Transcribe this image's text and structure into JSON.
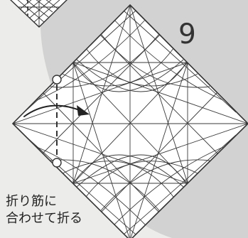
{
  "step": {
    "number": "9"
  },
  "instruction": {
    "line1": "折り筋に",
    "line2": "合わせて折る"
  },
  "colors": {
    "background": "#ececea",
    "paper": "#ffffff",
    "shadow": "#bcbcbc",
    "line": "#333333",
    "arrow": "#222222",
    "text": "#222222"
  },
  "icons": {
    "fold_arrow": "fold-arrow-icon",
    "reference_points": "reference-point-icon"
  }
}
